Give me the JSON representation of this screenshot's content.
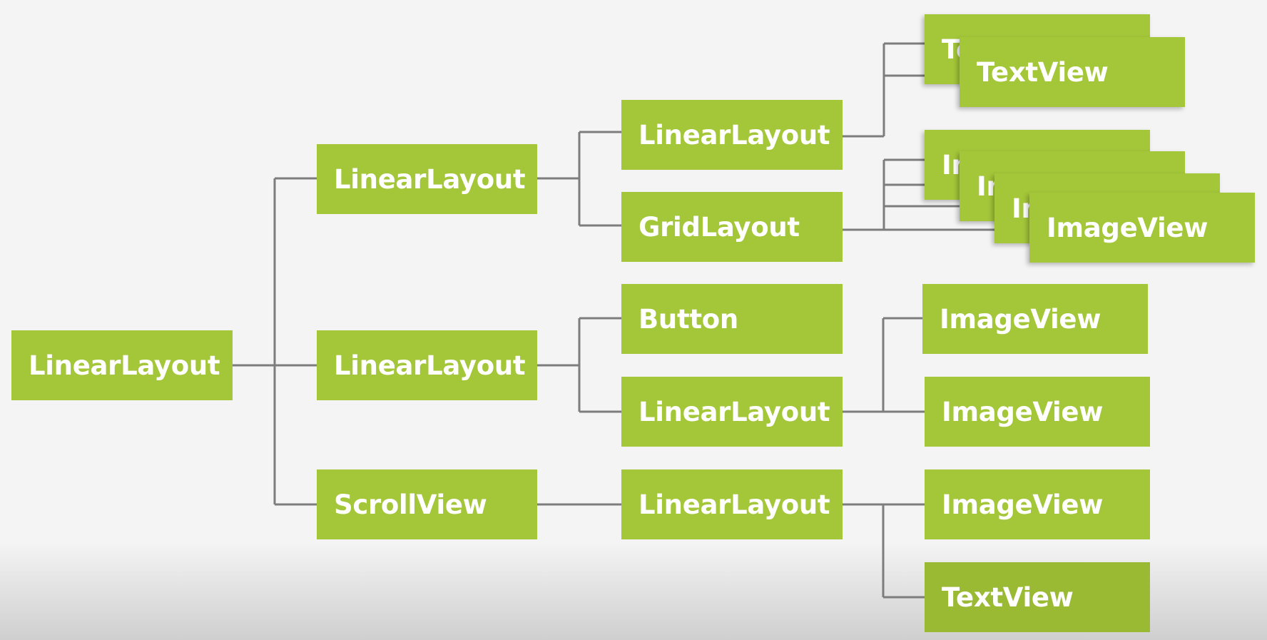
{
  "colors": {
    "node": "#a4c639",
    "node_text": "#ffffff",
    "connector": "#7d7d7d",
    "background": "#f4f4f4"
  },
  "tree": {
    "root": "LinearLayout",
    "level1": [
      "LinearLayout",
      "LinearLayout",
      "ScrollView"
    ],
    "level2": [
      "LinearLayout",
      "GridLayout",
      "Button",
      "LinearLayout",
      "LinearLayout"
    ],
    "textview_stack": [
      "TextView",
      "TextView"
    ],
    "imageview_stack": [
      "ImageView",
      "ImageView",
      "ImageView",
      "ImageView"
    ],
    "leaves": [
      "ImageView",
      "ImageView",
      "ImageView",
      "TextView"
    ]
  }
}
